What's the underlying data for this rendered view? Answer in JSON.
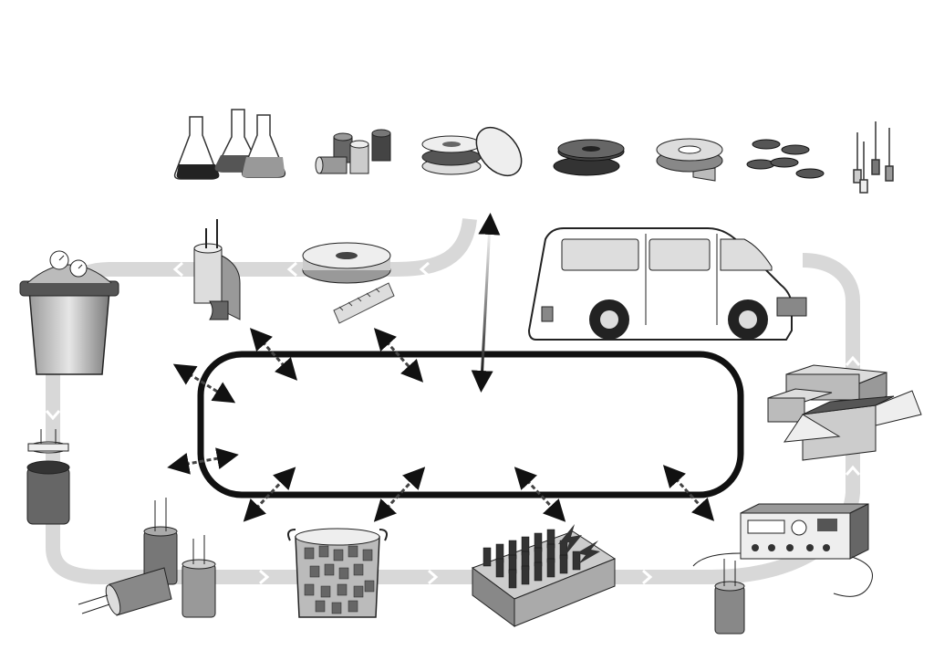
{
  "diagram": {
    "center_loop": {
      "label": ""
    },
    "materials_row": [
      {
        "name": "chemical-flasks"
      },
      {
        "name": "cylinder-cans"
      },
      {
        "name": "foil-rolls"
      },
      {
        "name": "dark-foil-roll"
      },
      {
        "name": "tape-roll"
      },
      {
        "name": "disc-caps"
      },
      {
        "name": "lead-wires"
      }
    ],
    "process_steps": [
      {
        "name": "foil-slitting-tape"
      },
      {
        "name": "winding-element"
      },
      {
        "name": "impregnation-tank"
      },
      {
        "name": "sealing-assembly"
      },
      {
        "name": "finished-capacitors"
      },
      {
        "name": "aging-basket"
      },
      {
        "name": "aging-rack"
      },
      {
        "name": "electrical-tester"
      },
      {
        "name": "tested-capacitor"
      },
      {
        "name": "packing-boxes"
      },
      {
        "name": "delivery-van"
      }
    ],
    "colors": {
      "flow_arrow": "#d6d6d6",
      "loop_stroke": "#111111",
      "dark": "#3a3a3a",
      "mid": "#8a8a8a",
      "light": "#c8c8c8"
    }
  }
}
